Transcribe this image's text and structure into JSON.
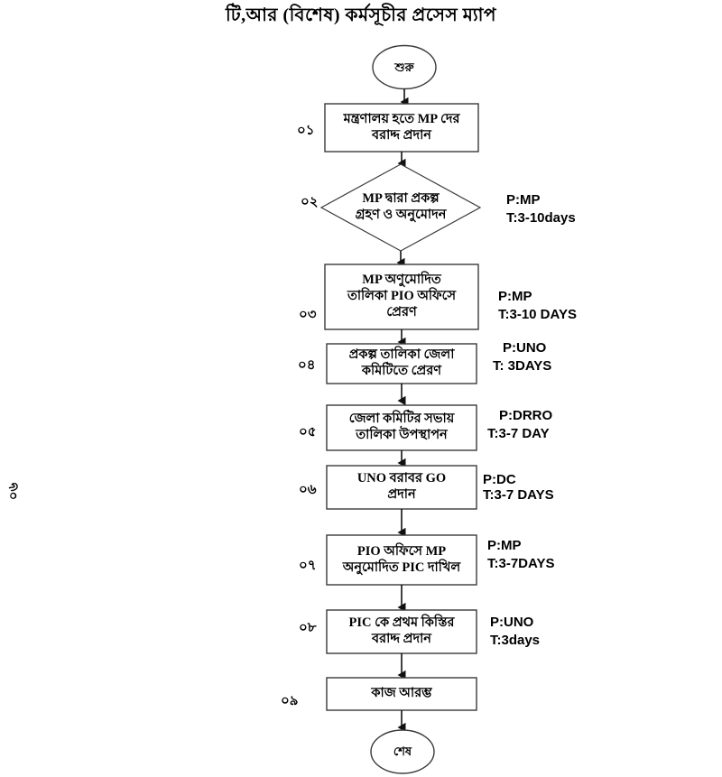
{
  "title": "টি,আর  (বিশেষ) কর্মসূচীর প্রসেস ম্যাপ",
  "margin_label": "০৬",
  "terminals": {
    "start": "শুরু",
    "end": "শেষ"
  },
  "steps": [
    {
      "num": "০১",
      "shape": "process",
      "lines": [
        "মন্ত্রণালয় হতে MP দের",
        "বরাদ্দ প্রদান"
      ],
      "person": "",
      "time": ""
    },
    {
      "num": "০২",
      "shape": "decision",
      "lines": [
        "MP দ্বারা প্রকল্প",
        "গ্রহণ ও অনুমোদন"
      ],
      "person": "P:MP",
      "time": "T:3-10days"
    },
    {
      "num": "০৩",
      "shape": "process",
      "lines": [
        "MP অণুমোদিত",
        "তালিকা PIO অফিসে",
        "প্রেরণ"
      ],
      "person": "P:MP",
      "time": "T:3-10 DAYS"
    },
    {
      "num": "০৪",
      "shape": "process",
      "lines": [
        "প্রকল্প তালিকা জেলা",
        "কমিটিতে প্রেরণ"
      ],
      "person": "P:UNO",
      "time": "T: 3DAYS"
    },
    {
      "num": "০৫",
      "shape": "process",
      "lines": [
        "জেলা কমিটির সভায়",
        "তালিকা উপস্থাপন"
      ],
      "person": "P:DRRO",
      "time": "T:3-7 DAY"
    },
    {
      "num": "০৬",
      "shape": "process",
      "lines": [
        "UNO বরাবর GO",
        "প্রদান"
      ],
      "person": "P:DC",
      "time": "T:3-7 DAYS"
    },
    {
      "num": "০৭",
      "shape": "process",
      "lines": [
        "PIO অফিসে MP",
        "অনুমোদিত PIC দাখিল"
      ],
      "person": "P:MP",
      "time": "T:3-7DAYS"
    },
    {
      "num": "০৮",
      "shape": "process",
      "lines": [
        "PIC কে প্রথম কিস্তির",
        "বরাদ্দ প্রদান"
      ],
      "person": "P:UNO",
      "time": "T:3days"
    },
    {
      "num": "০৯",
      "shape": "process",
      "lines": [
        "কাজ আরম্ভ"
      ],
      "person": "",
      "time": ""
    }
  ],
  "colors": {
    "stroke": "#3a3a3a",
    "arrow": "#111111",
    "text": "#000000",
    "background": "#ffffff"
  }
}
